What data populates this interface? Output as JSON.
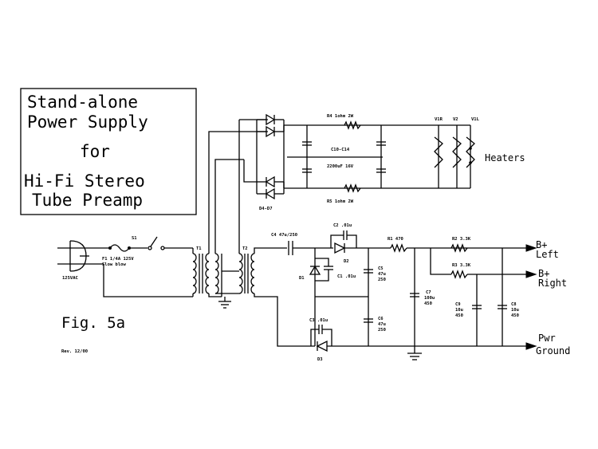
{
  "title_box": {
    "lines": [
      "Stand-alone",
      "Power Supply",
      "for",
      "Hi-Fi Stereo",
      "Tube Preamp"
    ]
  },
  "figure": "Fig. 5a",
  "revision": "Rev. 12/00",
  "labels": {
    "ac_in": "125VAC",
    "fuse": "F1 1/4A 125V",
    "fuse_type": "Slow blow",
    "switch": "S1",
    "t1": "T1",
    "t2": "T2",
    "r4": "R4 1ohm 2W",
    "r5": "R5 1ohm 2W",
    "c10_c14": "C10-C14",
    "cap_value": "2200uF 16V",
    "d4_d7": "D4-D7",
    "v1r": "V1R",
    "v2": "V2",
    "v1l": "V1L",
    "heaters": "Heaters",
    "c4": "C4 47u/250",
    "c2": "C2 .01u",
    "d1": "D1",
    "c1": "C1 .01u",
    "d2": "D2",
    "c5": [
      "C5",
      "47u",
      "250"
    ],
    "c6": [
      "C6",
      "47u",
      "250"
    ],
    "c3": "C3 .01u",
    "d3": "D3",
    "r1": "R1 470",
    "c7": [
      "C7",
      "100u",
      "450"
    ],
    "r2": "R2 3.3K",
    "r3": "R3 3.3K",
    "c9": [
      "C9",
      "10u",
      "450"
    ],
    "c8": [
      "C8",
      "10u",
      "450"
    ]
  },
  "outputs": {
    "left": [
      "B+",
      "Left"
    ],
    "right": [
      "B+",
      "Right"
    ],
    "ground": [
      "Pwr",
      "Ground"
    ]
  }
}
